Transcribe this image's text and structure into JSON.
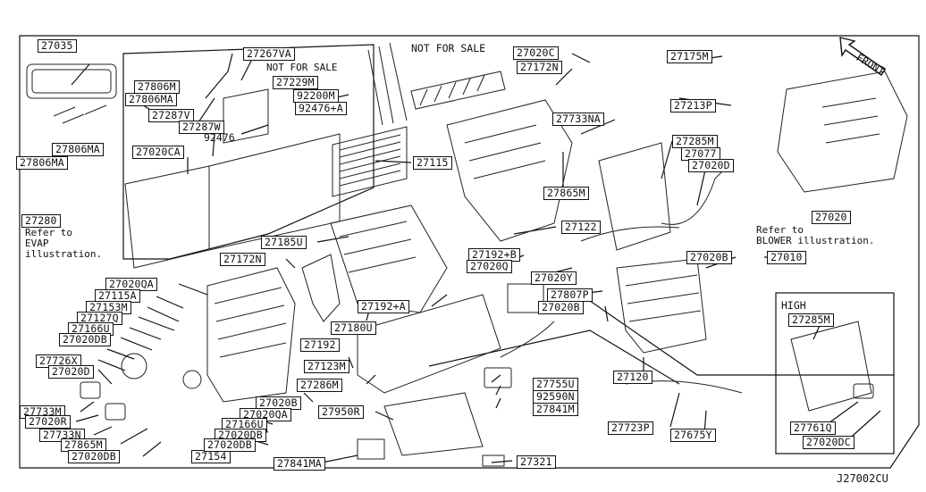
{
  "parts": [
    "27035",
    "27806M",
    "27806MA",
    "27806MA",
    "27806MA",
    "27267VA",
    "NOT FOR SALE",
    "27229M",
    "92200M",
    "27287V",
    "92476+A",
    "27287W",
    "92476",
    "27020CA",
    "27280",
    "NOT FOR SALE",
    "27115",
    "27020C",
    "27172N",
    "27175M",
    "27213P",
    "27733NA",
    "27285M",
    "27077",
    "27020D",
    "27865M",
    "27020",
    "27122",
    "27185U",
    "27172N",
    "27192+B",
    "27020Q",
    "27010",
    "27020B",
    "27020QA",
    "27115A",
    "27153M",
    "27127Q",
    "27166U",
    "27020DB",
    "27726X",
    "27020D",
    "27020Y",
    "27807P",
    "27020B",
    "27192+A",
    "27180U",
    "27192",
    "27123M",
    "27286M",
    "27733M",
    "27020R",
    "27733N",
    "27020B",
    "27020QA",
    "27166U",
    "27020DB",
    "27950R",
    "27865M",
    "27020DB",
    "27154",
    "27020DB",
    "27755U",
    "92590N",
    "27841M",
    "27120",
    "27723P",
    "27675Y",
    "27841MA",
    "27321",
    "27285M",
    "27761Q",
    "27020DC"
  ],
  "notes": {
    "evap": "Refer to\nEVAP\nillustration.",
    "blower": "Refer to\nBLOWER illustration.",
    "front": "FRONT",
    "high": "HIGH",
    "code": "J27002CU"
  }
}
